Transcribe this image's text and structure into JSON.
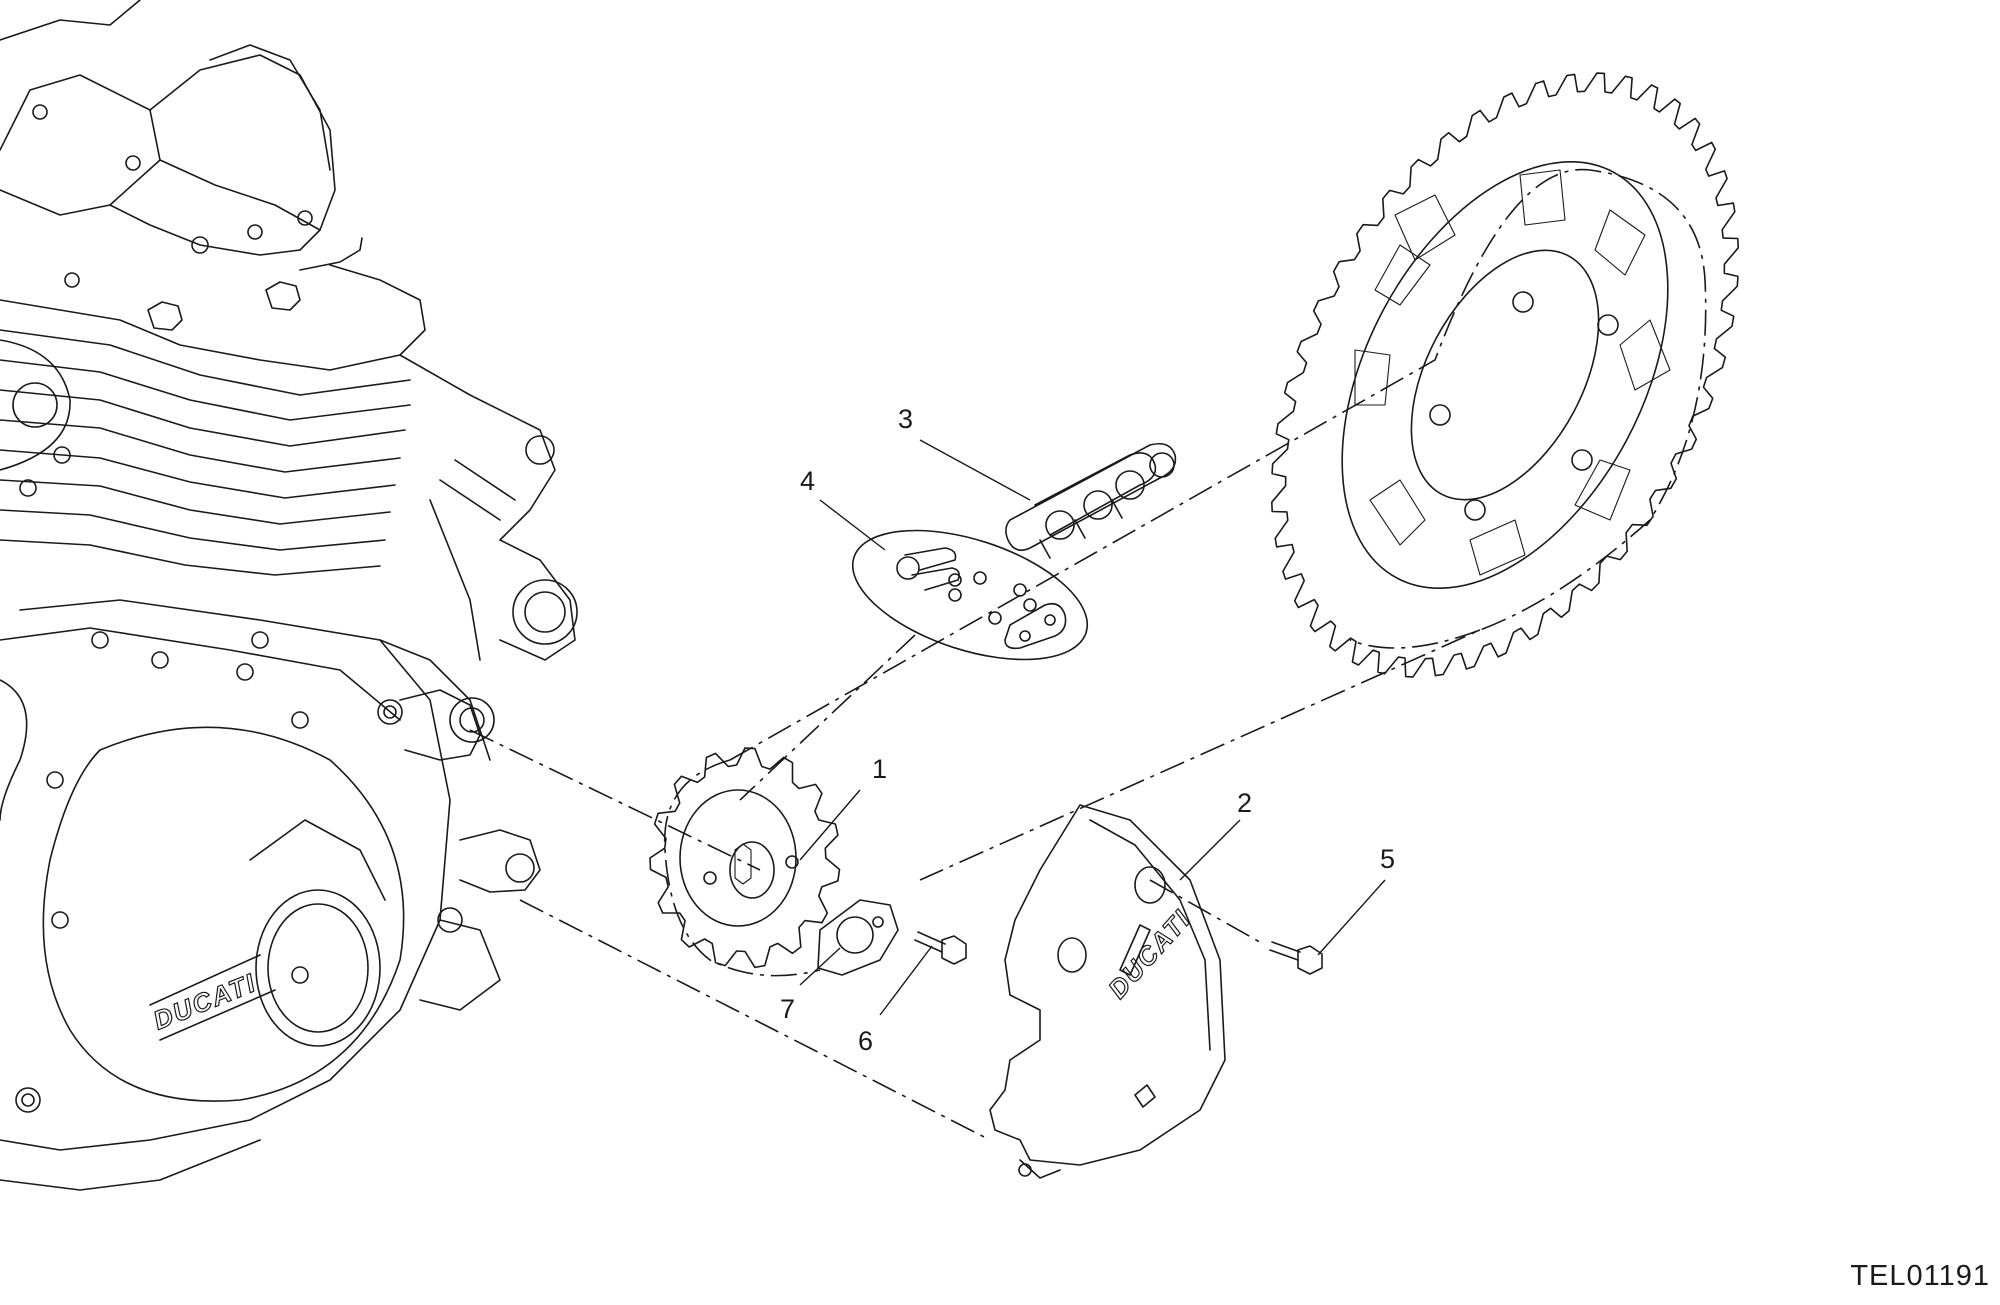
{
  "drawing_code": "TEL01191",
  "brand_marks": {
    "engine_cover": "DUCATI",
    "sprocket_cover": "DUCATI"
  },
  "callouts": [
    {
      "id": "1",
      "label": "1"
    },
    {
      "id": "2",
      "label": "2"
    },
    {
      "id": "3",
      "label": "3"
    },
    {
      "id": "4",
      "label": "4"
    },
    {
      "id": "5",
      "label": "5"
    },
    {
      "id": "6",
      "label": "6"
    },
    {
      "id": "7",
      "label": "7"
    }
  ],
  "colors": {
    "line": "#1a1a1a",
    "background": "#ffffff"
  }
}
